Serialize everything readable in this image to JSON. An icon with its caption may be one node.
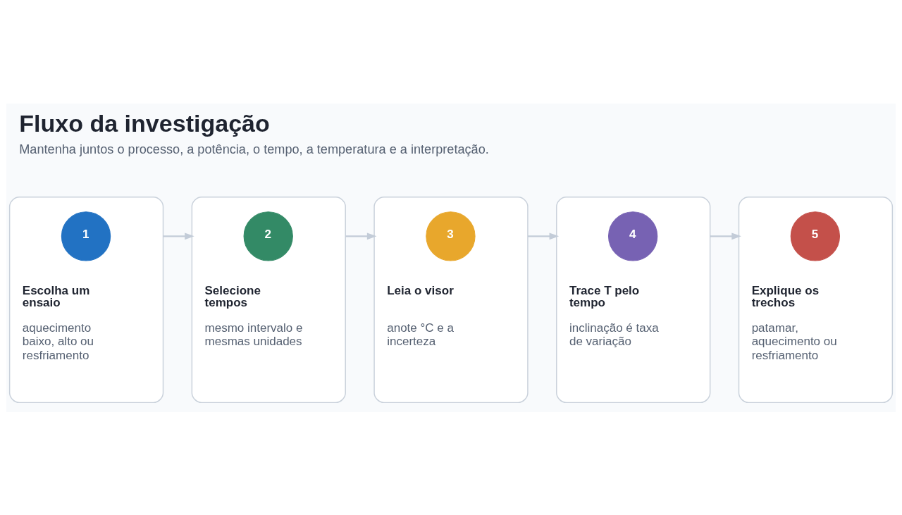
{
  "diagram": {
    "title": "Fluxo da investigação",
    "caption": "Mantenha juntos o processo, a potência, o tempo, a temperatura e a interpretação.",
    "nodes": [
      {
        "text": [
          "Escolha um ensaio",
          "aquecimento baixo, alto ou resfriamento"
        ]
      },
      {
        "text": [
          "1"
        ],
        "in": 0
      },
      {
        "text": [
          "Selecione tempos",
          "mesmo intervalo e mesmas unidades"
        ]
      },
      {
        "text": [
          "2"
        ],
        "in": 2
      },
      {
        "text": [
          "Leia o visor",
          "anote °C e a incerteza"
        ]
      },
      {
        "text": [
          "3"
        ],
        "in": 4
      },
      {
        "text": [
          "Trace T pelo tempo",
          "inclinação é taxa de variação"
        ]
      },
      {
        "text": [
          "4"
        ],
        "in": 6
      },
      {
        "text": [
          "Explique os trechos",
          "patamar, aquecimento ou resfriamento"
        ]
      },
      {
        "text": [
          "5"
        ],
        "in": 8
      }
    ],
    "edges": [
      {
        "from": 0,
        "to": 2,
        "arrow": "to"
      },
      {
        "from": 2,
        "to": 4,
        "arrow": "to"
      },
      {
        "from": 4,
        "to": 6,
        "arrow": "to"
      },
      {
        "from": 6,
        "to": 8,
        "arrow": "to"
      }
    ]
  }
}
